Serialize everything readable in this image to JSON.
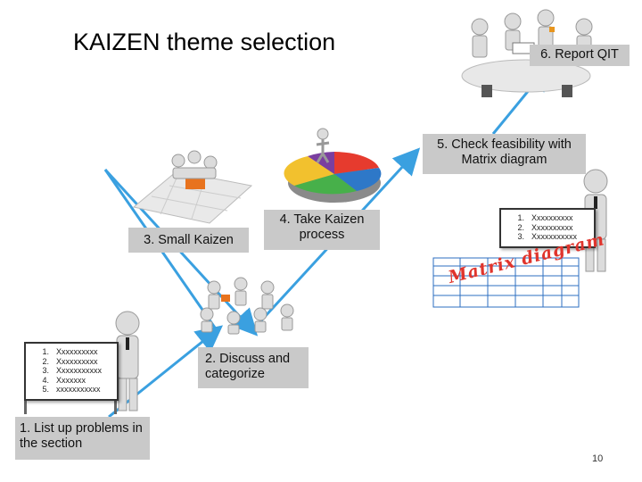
{
  "title": "KAIZEN theme selection",
  "steps": {
    "s1": "1. List up problems in the section",
    "s2": "2. Discuss and categorize",
    "s3": "3. Small Kaizen",
    "s4": "4. Take Kaizen process",
    "s5": "5. Check feasibility with Matrix diagram",
    "s6": "6. Report QIT"
  },
  "board_problems": [
    {
      "num": "1.",
      "text": "Xxxxxxxxxx"
    },
    {
      "num": "2.",
      "text": "Xxxxxxxxxx"
    },
    {
      "num": "3.",
      "text": "Xxxxxxxxxxx"
    },
    {
      "num": "4.",
      "text": "Xxxxxxx"
    },
    {
      "num": "5.",
      "text": "xxxxxxxxxxx"
    }
  ],
  "board_matrix": [
    {
      "num": "1.",
      "text": "Xxxxxxxxxx"
    },
    {
      "num": "2.",
      "text": "Xxxxxxxxxx"
    },
    {
      "num": "3.",
      "text": "Xxxxxxxxxxx"
    }
  ],
  "matrix_label": "Matrix diagram",
  "page_number": "10",
  "colors": {
    "arrow": "#3aa0e0",
    "box": "#c9c9c9",
    "matrix_text": "#e0342c",
    "matrix_grid": "#2e6fc0"
  }
}
